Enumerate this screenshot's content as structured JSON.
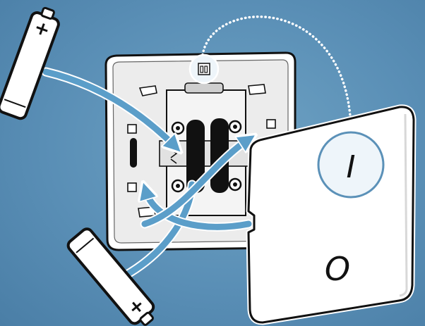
{
  "figure": {
    "background_color": "#5b91b8",
    "arrow_color": "#5b9ec9",
    "outline_color": "#111111",
    "panel_color": "#ffffff",
    "callout_line_color": "#ffffff"
  },
  "batteries": [
    {
      "name": "battery-top-left",
      "terminal_label": "+"
    },
    {
      "name": "battery-bottom-left",
      "terminal_label": "+"
    }
  ],
  "switch_cover": {
    "on_symbol": "I",
    "off_symbol": "O"
  },
  "callout": {
    "icon": "battery-orientation-icon",
    "magnified_symbol": "I"
  }
}
